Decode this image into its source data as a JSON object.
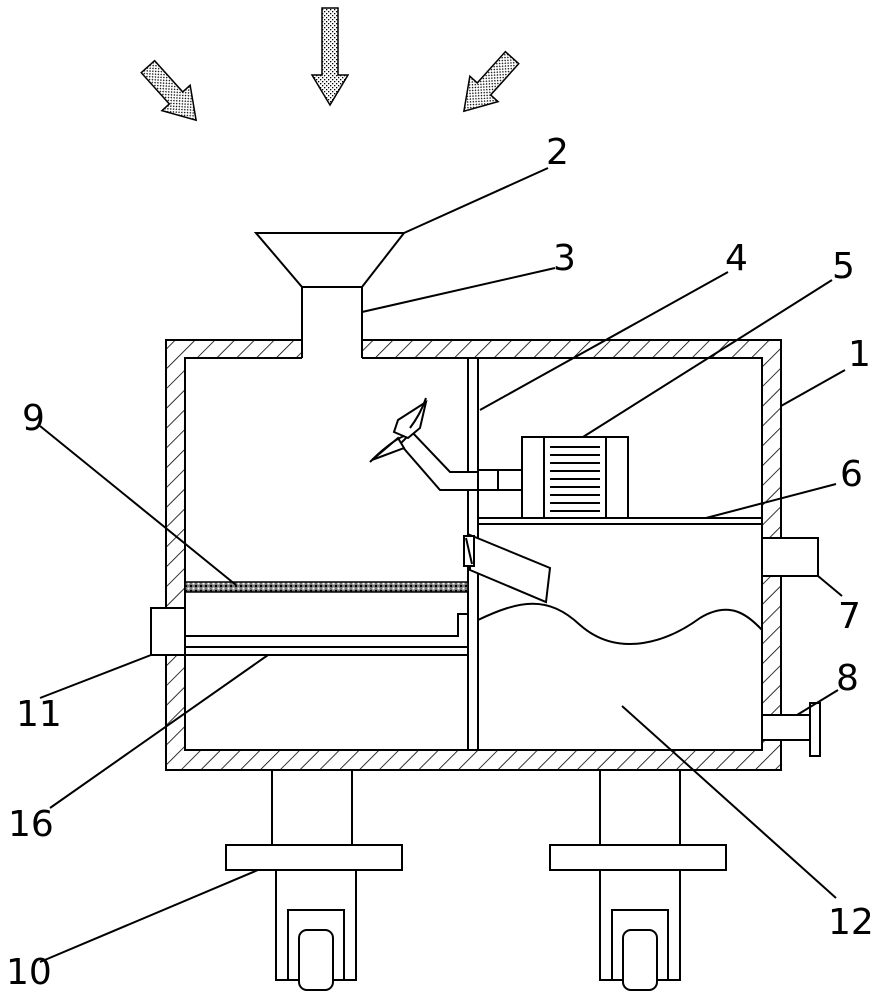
{
  "labels": {
    "l1": "1",
    "l2": "2",
    "l3": "3",
    "l4": "4",
    "l5": "5",
    "l6": "6",
    "l7": "7",
    "l8": "8",
    "l9": "9",
    "l10": "10",
    "l11": "11",
    "l12": "12",
    "l16": "16"
  }
}
